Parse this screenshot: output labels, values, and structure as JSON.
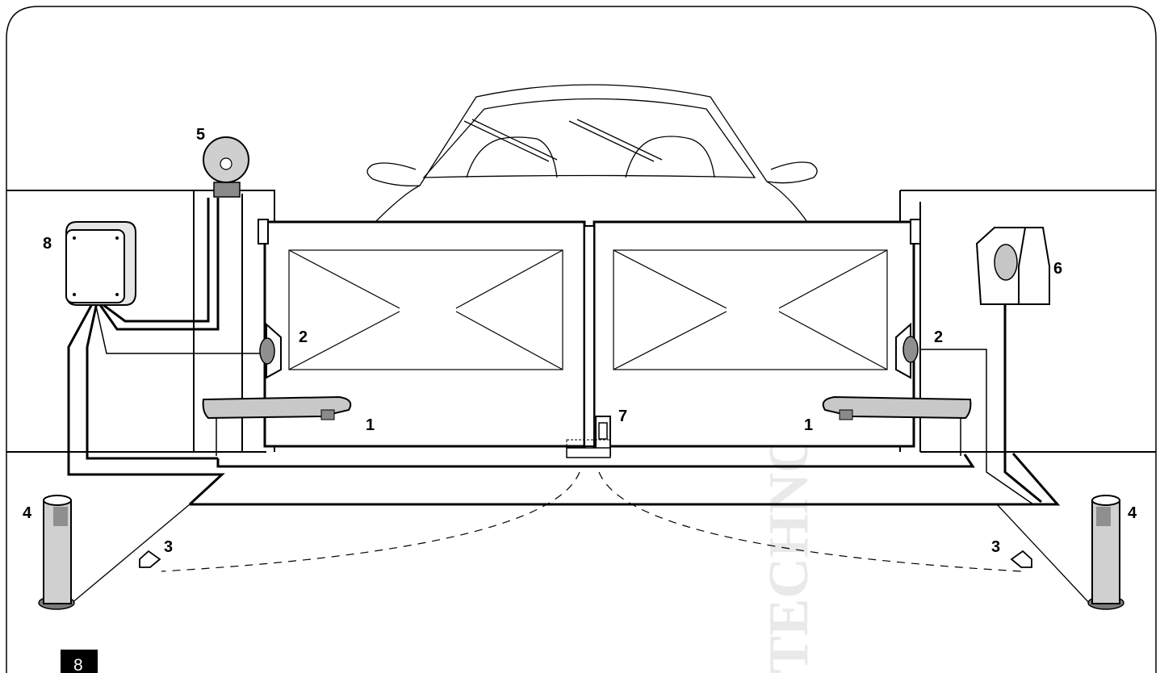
{
  "figure": {
    "number": "8"
  },
  "watermark": {
    "text": "TECHNOPARK",
    "mark": "®"
  },
  "callouts": {
    "motor_left": "1",
    "motor_right": "1",
    "photocell_left": "2",
    "photocell_right": "2",
    "stop_left": "3",
    "stop_right": "3",
    "column_left": "4",
    "column_right": "4",
    "flashing_light": "5",
    "key_selector": "6",
    "electric_lock": "7",
    "control_unit": "8"
  },
  "colors": {
    "line": "#000000",
    "watermark": "#e9e9e9",
    "component_grey": "#c8c8c8",
    "component_dark": "#8a8a8a"
  }
}
